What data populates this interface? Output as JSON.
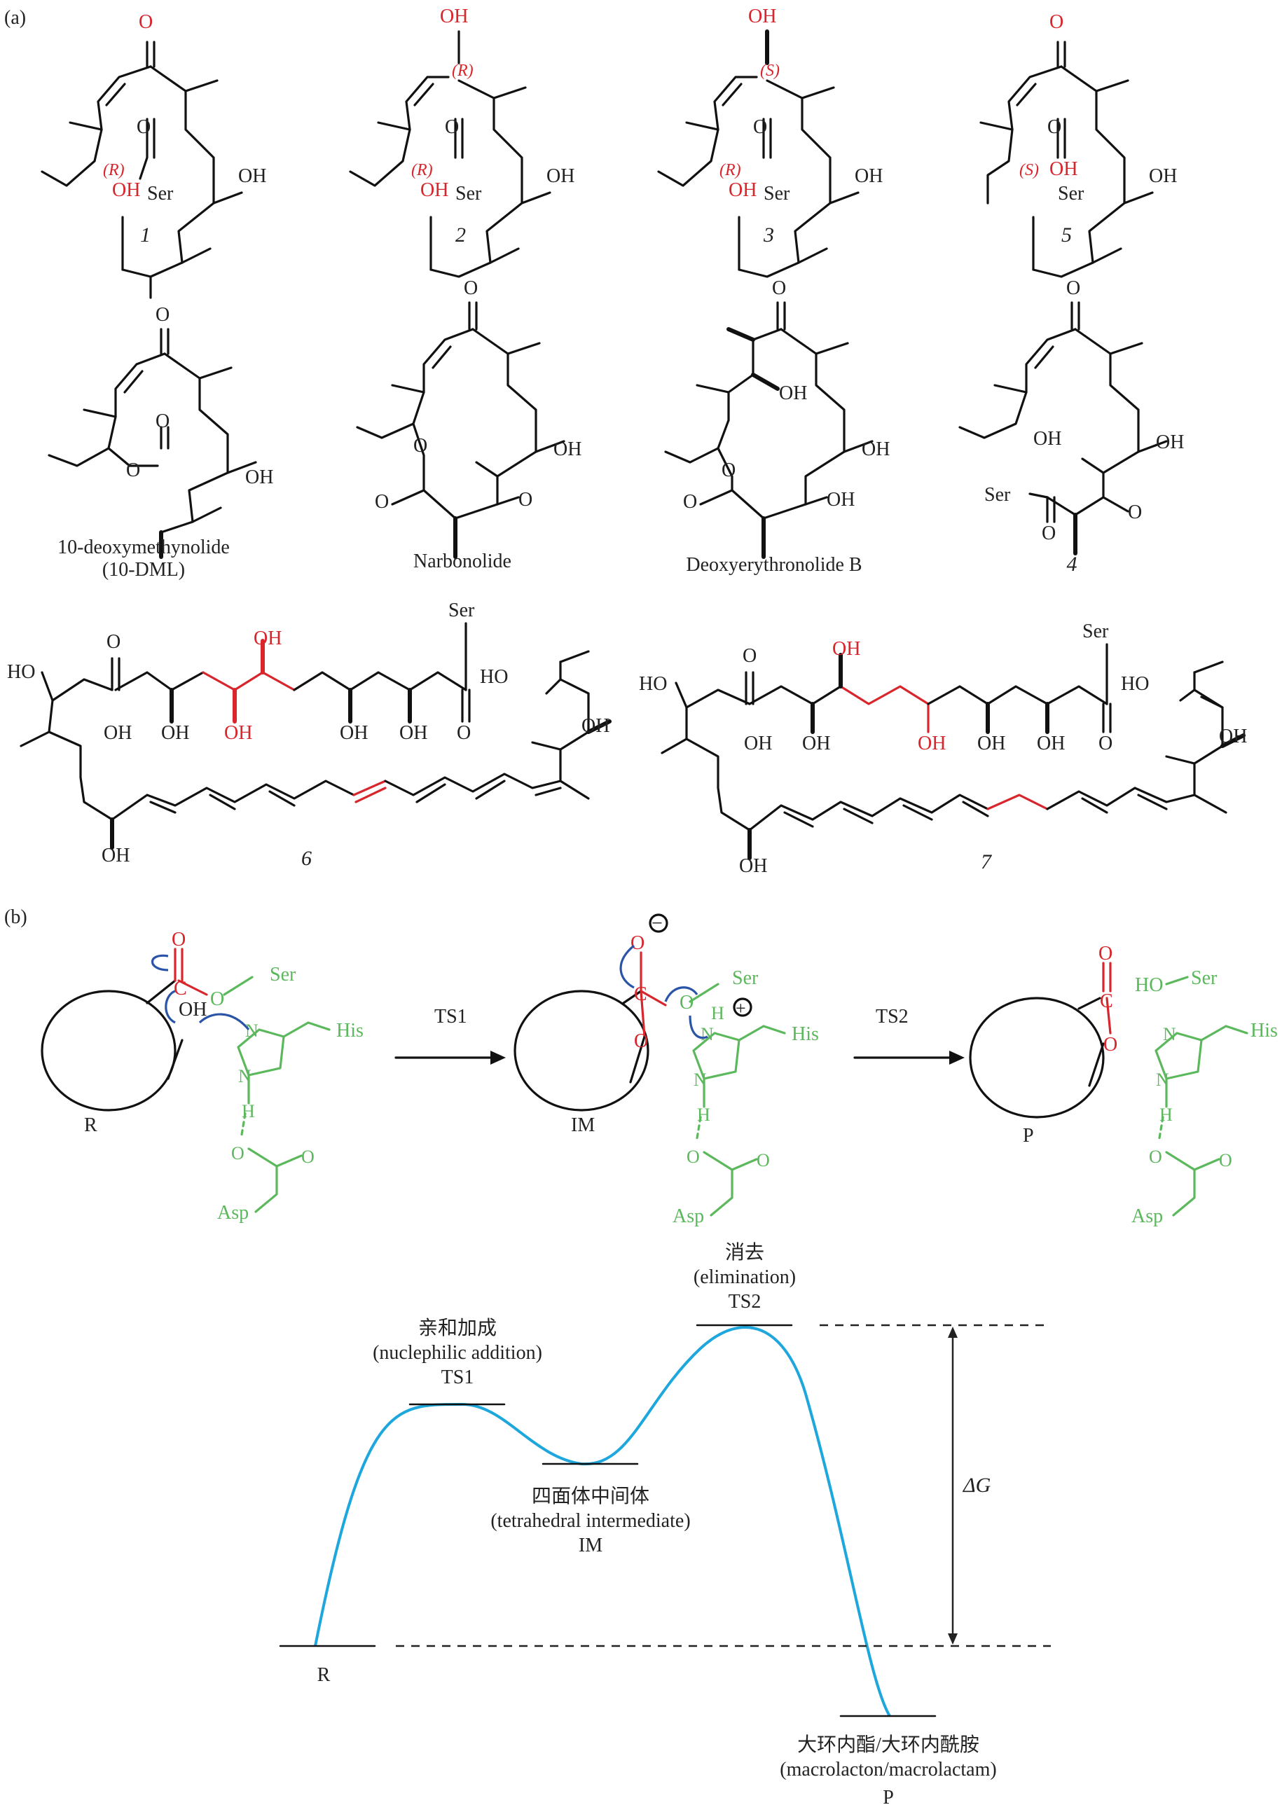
{
  "panel_a": {
    "label": "(a)",
    "compounds": [
      {
        "id": "1",
        "label": "1"
      },
      {
        "id": "2",
        "label": "2"
      },
      {
        "id": "3",
        "label": "3"
      },
      {
        "id": "5",
        "label": "5"
      },
      {
        "id": "10dml",
        "label": "10-deoxymethynolide",
        "sublabel": "(10-DML)"
      },
      {
        "id": "narbonolide",
        "label": "Narbonolide"
      },
      {
        "id": "deb",
        "label": "Deoxyerythronolide B"
      },
      {
        "id": "4",
        "label": "4"
      },
      {
        "id": "6",
        "label": "6"
      },
      {
        "id": "7",
        "label": "7"
      }
    ],
    "atoms": {
      "O": "O",
      "OH": "OH",
      "HO": "HO",
      "Ser": "Ser",
      "R": "(R)",
      "S": "(S)"
    }
  },
  "panel_b": {
    "label": "(b)",
    "species": {
      "R": "R",
      "IM": "IM",
      "P": "P"
    },
    "arrows": {
      "ts1": "TS1",
      "ts2": "TS2"
    },
    "residues": {
      "ser": "Ser",
      "his": "His",
      "asp": "Asp",
      "hoser": "HO",
      "h": "H",
      "n": "N",
      "o": "O",
      "c": "C",
      "oh": "OH",
      "minus": "−",
      "plus": "+"
    },
    "energy": {
      "ts1_cn": "亲和加成",
      "ts1_en": "(nuclephilic addition)",
      "ts1": "TS1",
      "ts2_cn": "消去",
      "ts2_en": "(elimination)",
      "ts2": "TS2",
      "im_cn": "四面体中间体",
      "im_en": "(tetrahedral intermediate)",
      "im": "IM",
      "r": "R",
      "p_cn": "大环内酯/大环内酰胺",
      "p_en": "(macrolacton/macrolactam)",
      "p": "P",
      "dg": "ΔG"
    },
    "colors": {
      "curve": "#1ea7dc",
      "red": "#d8262c",
      "green": "#5cb85c",
      "blue": "#2a54a8"
    }
  }
}
